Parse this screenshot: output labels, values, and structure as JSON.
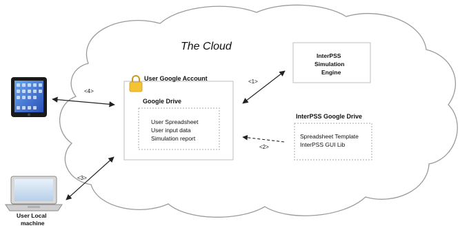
{
  "cloud": {
    "title": "The Cloud"
  },
  "user_account": {
    "title": "User Google Account",
    "drive_title": "Google Drive",
    "files": [
      "User Spreadsheet",
      "User input data",
      "Simulation report"
    ]
  },
  "engine": {
    "lines": [
      "InterPSS",
      "Simulation",
      "Engine"
    ]
  },
  "interpss_drive": {
    "title": "InterPSS Google Drive",
    "files": [
      "Spreadsheet Template",
      "InterPSS GUI Lib"
    ]
  },
  "connections": {
    "c1": "<1>",
    "c2": "<2>",
    "c3": "<3>",
    "c4": "<4>"
  },
  "local_machine": {
    "lines": [
      "User Local",
      "machine"
    ]
  },
  "colors": {
    "cloud_stroke": "#9a9a9a",
    "box_stroke": "#bdbdbd",
    "lock": "#f3c335",
    "tablet_body": "#1a1a1a",
    "tablet_screen": "#3a6fd8",
    "laptop_screen": "#cfe0f2"
  }
}
